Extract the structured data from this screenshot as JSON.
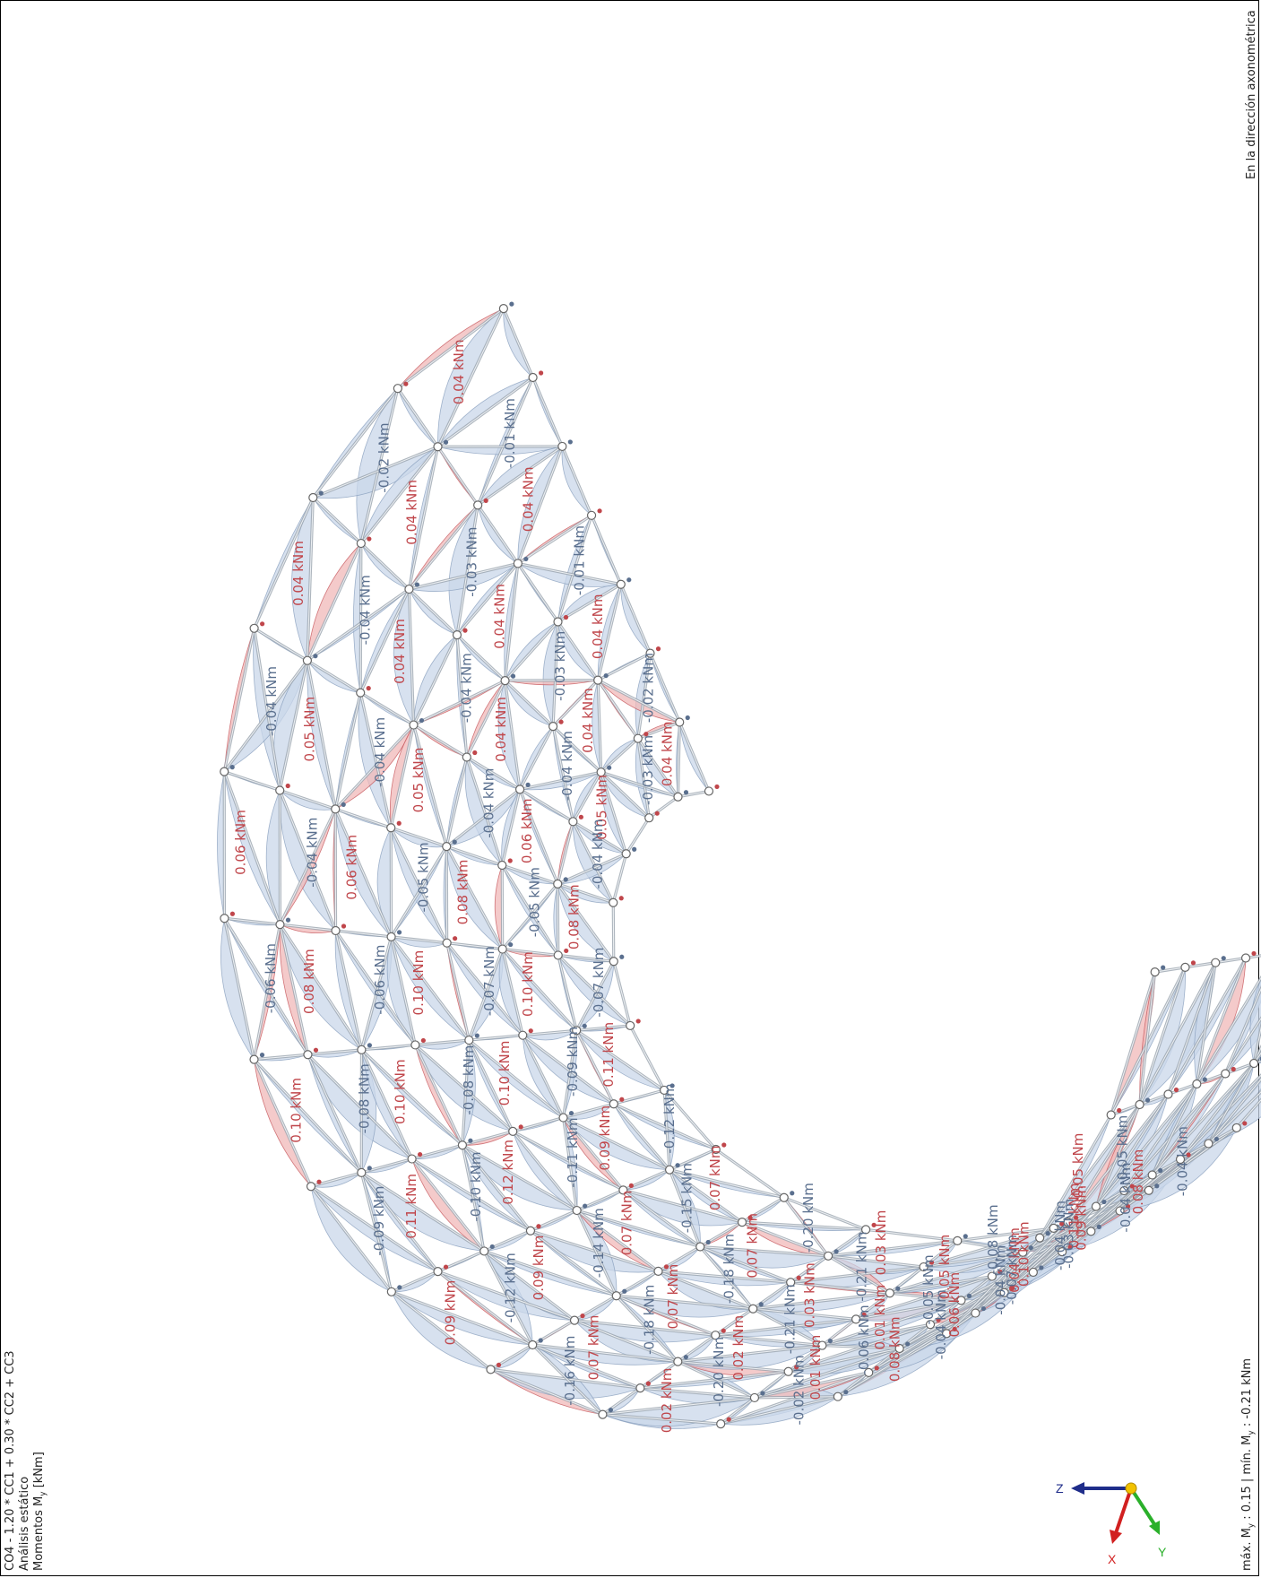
{
  "header": {
    "combo": "CO4 - 1.20 * CC1 + 0.30 * CC2 + CC3",
    "analysis": "Análisis estático",
    "result": "Momentos M",
    "result_sub": "y",
    "result_unit": " [kNm]"
  },
  "direction_label": "En la dirección axonométrica",
  "footer": {
    "max_label": "máx. M",
    "max_sub": "y",
    "max_value": " : 0.15",
    "sep": " | ",
    "min_label": "mín. M",
    "min_sub": "y",
    "min_value": " : -0.21 kNm"
  },
  "axes": {
    "z": "Z",
    "x": "X",
    "y": "Y"
  },
  "colors": {
    "positive": "#c0464b",
    "negative": "#5a6f8e",
    "positive_fill": "#f0b8b8",
    "negative_fill": "#c9d7ea",
    "member": "#9aa4ae"
  },
  "labels_positive": [
    "0.04 kNm",
    "0.04 kNm",
    "0.04 kNm",
    "0.04 kNm",
    "0.04 kNm",
    "0.04 kNm",
    "0.04 kNm",
    "0.04 kNm",
    "0.04 kNm",
    "0.04 kNm",
    "0.05 kNm",
    "0.05 kNm",
    "0.05 kNm",
    "0.06 kNm",
    "0.06 kNm",
    "0.06 kNm",
    "0.08 kNm",
    "0.08 kNm",
    "0.08 kNm",
    "0.10 kNm",
    "0.10 kNm",
    "0.10 kNm",
    "0.10 kNm",
    "0.10 kNm",
    "0.11 kNm",
    "0.11 kNm",
    "0.12 kNm",
    "0.09 kNm",
    "0.09 kNm",
    "0.09 kNm",
    "0.07 kNm",
    "0.07 kNm",
    "0.07 kNm",
    "0.07 kNm",
    "0.07 kNm",
    "0.02 kNm",
    "0.02 kNm",
    "0.03 kNm",
    "0.03 kNm",
    "0.01 kNm",
    "0.01 kNm",
    "0.05 kNm",
    "0.08 kNm",
    "0.06 kNm",
    "0.04 kNm",
    "0.11 kNm",
    "0.10 kNm",
    "0.09 kNm",
    "0.08 kNm",
    "0.05 kNm"
  ],
  "labels_negative": [
    "-0.01 kNm",
    "-0.01 kNm",
    "-0.02 kNm",
    "-0.02 kNm",
    "-0.03 kNm",
    "-0.03 kNm",
    "-0.03 kNm",
    "-0.04 kNm",
    "-0.04 kNm",
    "-0.04 kNm",
    "-0.04 kNm",
    "-0.04 kNm",
    "-0.04 kNm",
    "-0.04 kNm",
    "-0.04 kNm",
    "-0.05 kNm",
    "-0.05 kNm",
    "-0.06 kNm",
    "-0.06 kNm",
    "-0.07 kNm",
    "-0.07 kNm",
    "-0.08 kNm",
    "-0.08 kNm",
    "-0.09 kNm",
    "-0.09 kNm",
    "-0.10 kNm",
    "-0.11 kNm",
    "-0.12 kNm",
    "-0.12 kNm",
    "-0.14 kNm",
    "-0.15 kNm",
    "-0.16 kNm",
    "-0.18 kNm",
    "-0.18 kNm",
    "-0.20 kNm",
    "-0.20 kNm",
    "-0.21 kNm",
    "-0.21 kNm",
    "-0.02 kNm",
    "-0.06 kNm",
    "-0.05 kNm",
    "-0.08 kNm",
    "-0.04 kNm",
    "-0.04 kNm",
    "-0.04 kNm",
    "-0.07 kNm",
    "-0.03 kNm",
    "-0.04 kNm",
    "-0.04 kNm",
    "-0.05 kNm"
  ]
}
